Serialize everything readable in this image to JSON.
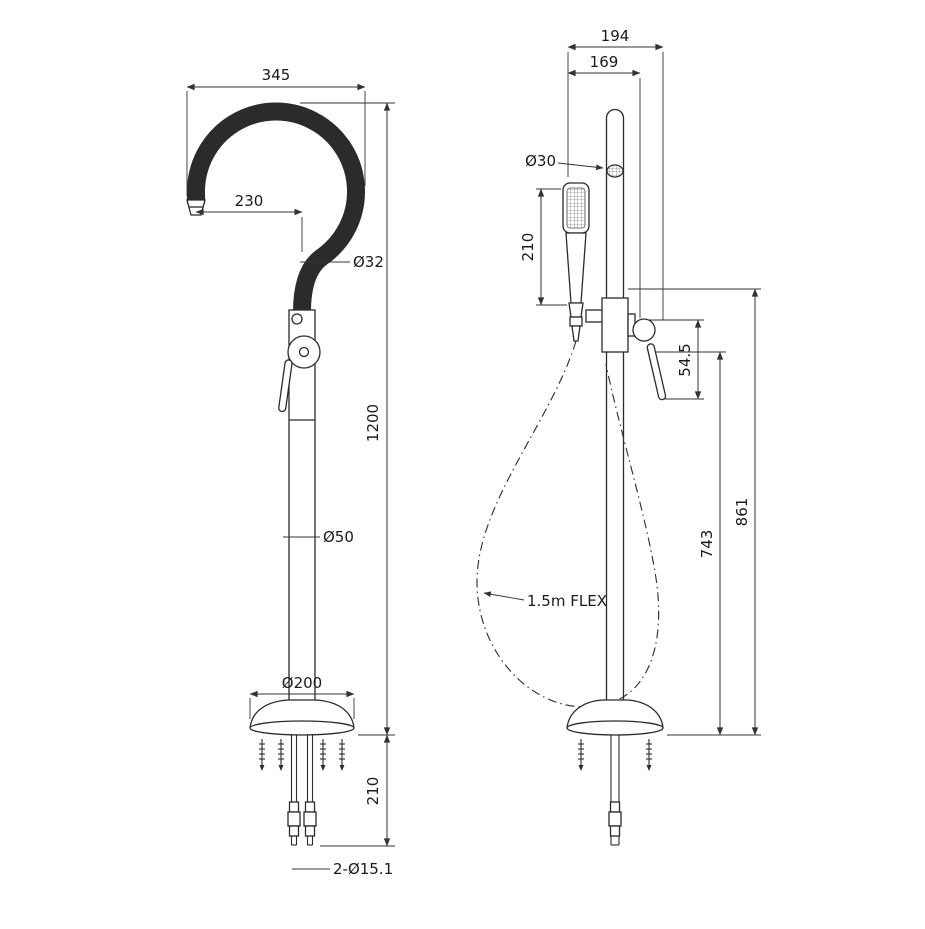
{
  "drawing": {
    "front": {
      "spout_reach": "345",
      "spout_projection": "230",
      "riser_dia": "Ø32",
      "overall_height": "1200",
      "column_dia": "Ø50",
      "base_dia": "Ø200",
      "tails_length": "210",
      "tails_spec": "2-Ø15.1"
    },
    "side": {
      "depth_overall": "194",
      "depth_handset": "169",
      "outlet_dia": "Ø30",
      "handset_length": "210",
      "lever_offset": "54.5",
      "height_outlet": "861",
      "height_lever": "743",
      "hose_label": "1.5m FLEX"
    },
    "colors": {
      "object_line": "#2b2b2b",
      "dimension_line": "#333333"
    }
  }
}
